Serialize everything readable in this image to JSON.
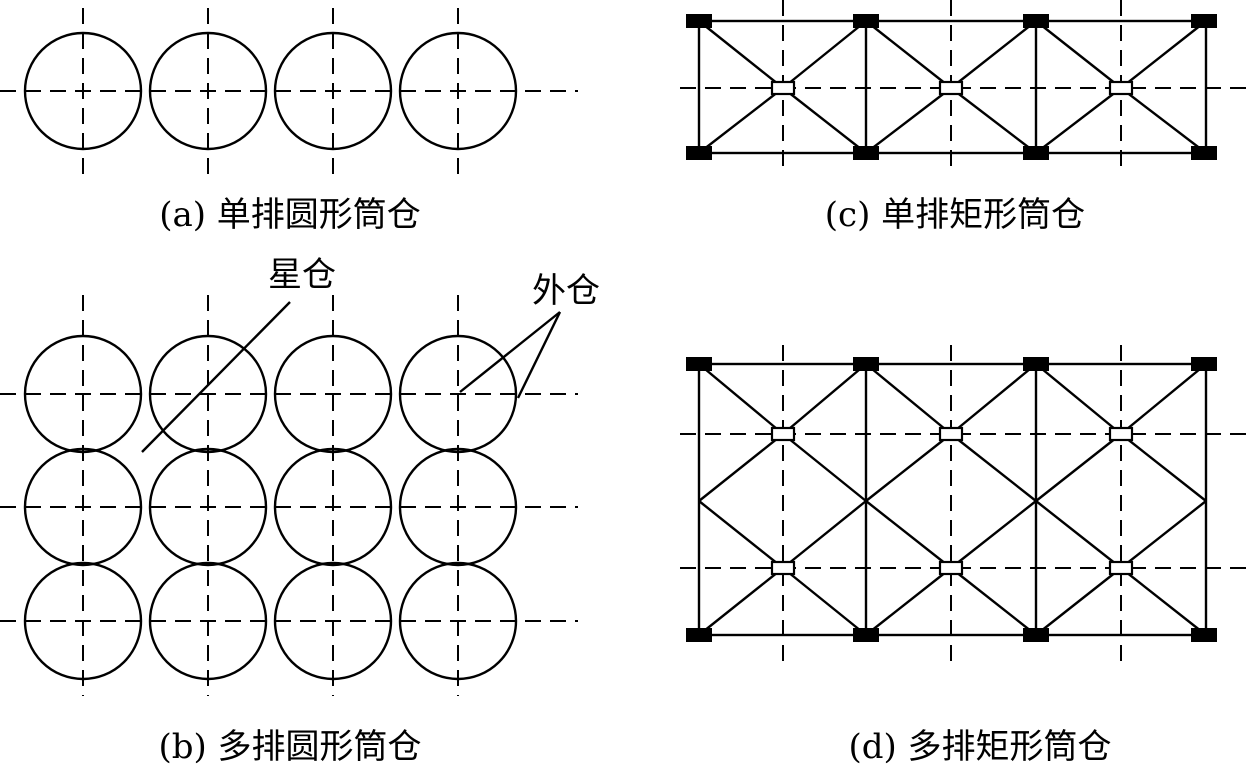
{
  "captions": {
    "a": "(a) 单排圆形筒仓",
    "b": "(b) 多排圆形筒仓",
    "c": "(c) 单排矩形筒仓",
    "d": "(d) 多排矩形筒仓"
  },
  "annotations": {
    "star_bin": "星仓",
    "outer_bin": "外仓"
  }
}
